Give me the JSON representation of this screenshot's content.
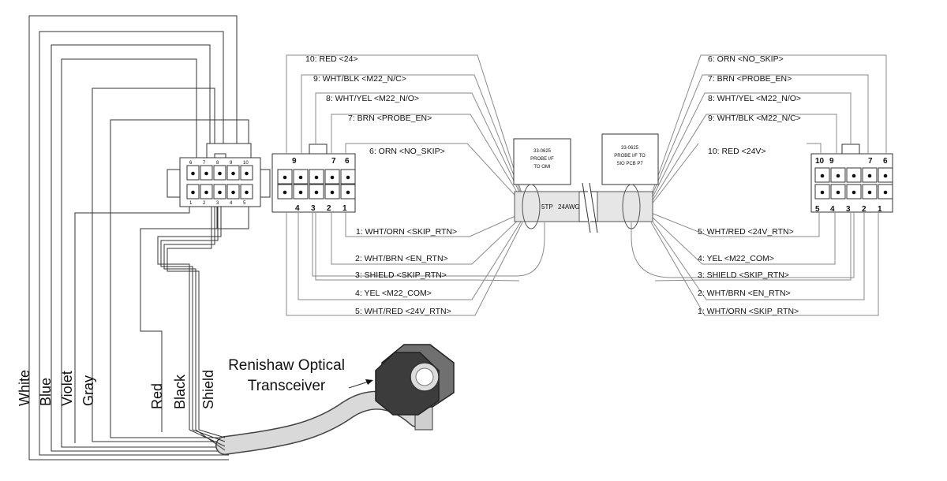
{
  "left_colors": [
    "White",
    "Blue",
    "Violet",
    "Gray",
    "Red",
    "Black",
    "Shield"
  ],
  "transceiver": {
    "line1": "Renishaw Optical",
    "line2": "Transceiver"
  },
  "left_connector": {
    "top_pins": [
      "6",
      "7",
      "8",
      "9",
      "10"
    ],
    "bottom_pins": [
      "1",
      "2",
      "3",
      "4",
      "5"
    ]
  },
  "plug_left": {
    "top_nums": [
      "9",
      "7",
      "6"
    ],
    "bottom_nums": [
      "4",
      "3",
      "2",
      "1"
    ]
  },
  "plug_right": {
    "top_nums": [
      "10",
      "9",
      "7",
      "6"
    ],
    "bottom_nums": [
      "5",
      "4",
      "3",
      "2",
      "1"
    ]
  },
  "cable_left_label": {
    "l1": "33-0625",
    "l2": "PROBE I/F",
    "l3": "TO OMI"
  },
  "cable_right_label": {
    "l1": "33-0625",
    "l2": "PROBE I/F TO",
    "l3": "SIO PCB P7"
  },
  "cable_print": {
    "a": "5TP",
    "b": "24AWG"
  },
  "left_top_labels": [
    "10: RED <24>",
    "9: WHT/BLK <M22_N/C>",
    "8: WHT/YEL <M22_N/O>",
    "7: BRN <PROBE_EN>",
    "6: ORN <NO_SKIP>"
  ],
  "left_bottom_labels": [
    "1: WHT/ORN <SKIP_RTN>",
    "2: WHT/BRN <EN_RTN>",
    "3: SHIELD <SKIP_RTN>",
    "4: YEL <M22_COM>",
    "5: WHT/RED <24V_RTN>"
  ],
  "right_top_labels": [
    "6: ORN <NO_SKIP>",
    "7: BRN <PROBE_EN>",
    "8: WHT/YEL <M22_N/O>",
    "9: WHT/BLK <M22_N/C>",
    "10: RED <24V>"
  ],
  "right_bottom_labels": [
    "5: WHT/RED <24V_RTN>",
    "4: YEL <M22_COM>",
    "3: SHIELD <SKIP_RTN>",
    "2: WHT/BRN <EN_RTN>",
    "1: WHT/ORN <SKIP_RTN>"
  ]
}
